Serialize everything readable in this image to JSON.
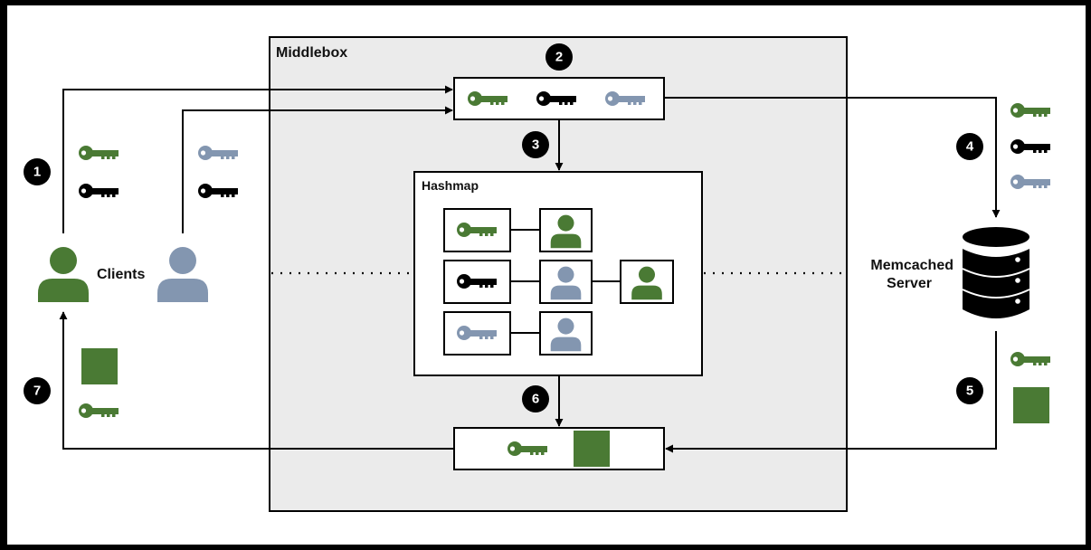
{
  "labels": {
    "middlebox": "Middlebox",
    "hashmap": "Hashmap",
    "clients": "Clients",
    "server_line1": "Memcached",
    "server_line2": "Server"
  },
  "steps": [
    "1",
    "2",
    "3",
    "4",
    "5",
    "6",
    "7"
  ],
  "colors": {
    "green": "#4a7a34",
    "black": "#000000",
    "blue": "#8396b0",
    "middlebox_bg": "#ebebeb",
    "panel_bg": "#ffffff"
  },
  "icons": [
    "key-icon",
    "user-icon",
    "database-icon",
    "value-block-icon"
  ]
}
